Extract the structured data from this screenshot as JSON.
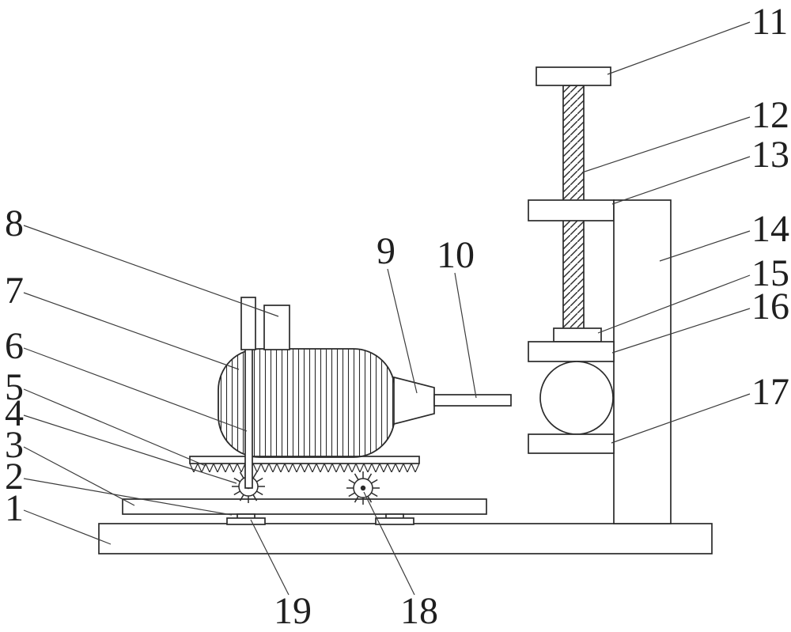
{
  "figure": {
    "kind": "patent-line-drawing",
    "background_color": "#ffffff",
    "line_color": "#2a2a2a",
    "part_labels": [
      "1",
      "2",
      "3",
      "4",
      "5",
      "6",
      "7",
      "8",
      "9",
      "10",
      "11",
      "12",
      "13",
      "14",
      "15",
      "16",
      "17",
      "18",
      "19"
    ]
  }
}
